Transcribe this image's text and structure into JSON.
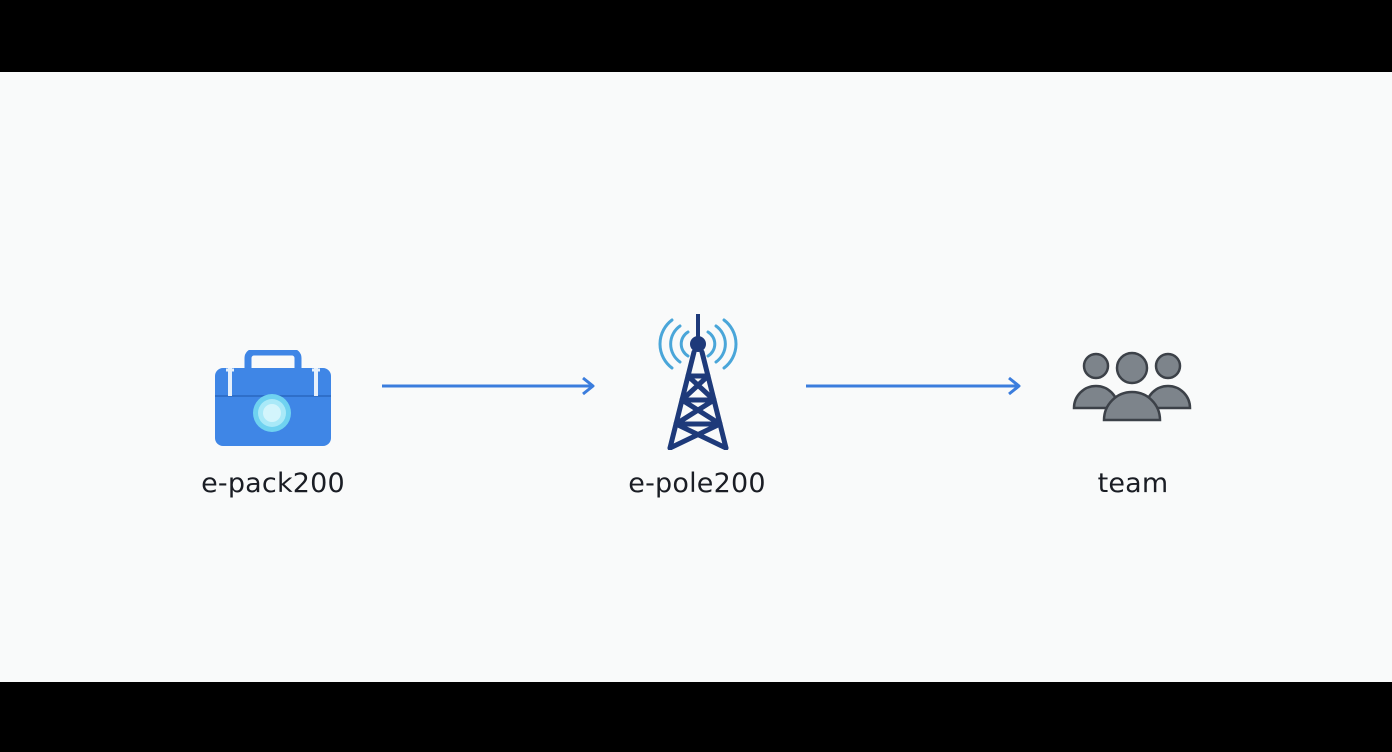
{
  "diagram": {
    "nodes": [
      {
        "id": "epack",
        "label": "e-pack200",
        "icon": "toolbox-icon"
      },
      {
        "id": "epole",
        "label": "e-pole200",
        "icon": "radio-tower-icon"
      },
      {
        "id": "team",
        "label": "team",
        "icon": "team-icon"
      }
    ],
    "edges": [
      {
        "from": "epack",
        "to": "epole"
      },
      {
        "from": "epole",
        "to": "team"
      }
    ],
    "colors": {
      "background": "#f9fafa",
      "arrow": "#3b7ddd",
      "toolbox": "#3f86e6",
      "tower": "#1e3a7a",
      "signal": "#4aa6d9",
      "team": "#7d848b",
      "label": "#1a1d24",
      "letterbox": "#000000"
    }
  }
}
